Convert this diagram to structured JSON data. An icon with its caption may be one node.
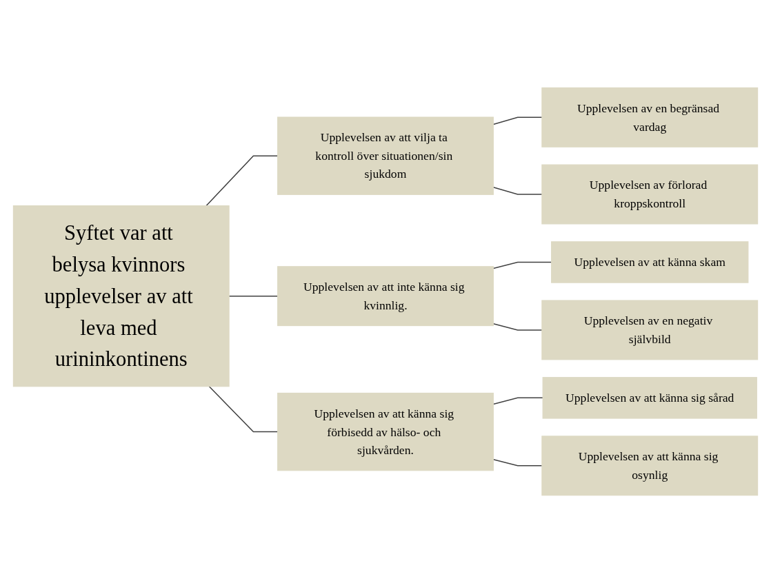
{
  "diagram": {
    "nodes": [
      {
        "text": [
          "Syftet var att belysa kvinnors upplevelser av att leva med urininkontinens"
        ]
      },
      {
        "text": [
          "Upplevelsen av att vilja ta kontroll över situationen/sin sjukdom"
        ]
      },
      {
        "text": [
          "Upplevelsen av en begränsad vardag"
        ]
      },
      {
        "text": [
          "Upplevelsen av förlorad kroppskontroll"
        ]
      },
      {
        "text": [
          "Upplevelsen av att inte känna sig kvinnlig."
        ]
      },
      {
        "text": [
          "Upplevelsen av att känna skam"
        ]
      },
      {
        "text": [
          "Upplevelsen av en negativ självbild"
        ]
      },
      {
        "text": [
          "Upplevelsen av att känna sig förbisedd av hälso- och sjukvården."
        ]
      },
      {
        "text": [
          "Upplevelsen av att känna sig sårad"
        ]
      },
      {
        "text": [
          "Upplevelsen av att känna sig osynlig"
        ]
      }
    ],
    "edges": [
      {
        "from": 0,
        "to": 1,
        "arrow": "none"
      },
      {
        "from": 0,
        "to": 4,
        "arrow": "none"
      },
      {
        "from": 0,
        "to": 7,
        "arrow": "none"
      },
      {
        "from": 1,
        "to": 2,
        "arrow": "none"
      },
      {
        "from": 1,
        "to": 3,
        "arrow": "none"
      },
      {
        "from": 4,
        "to": 5,
        "arrow": "none"
      },
      {
        "from": 4,
        "to": 6,
        "arrow": "none"
      },
      {
        "from": 7,
        "to": 8,
        "arrow": "none"
      },
      {
        "from": 7,
        "to": 9,
        "arrow": "none"
      }
    ]
  }
}
